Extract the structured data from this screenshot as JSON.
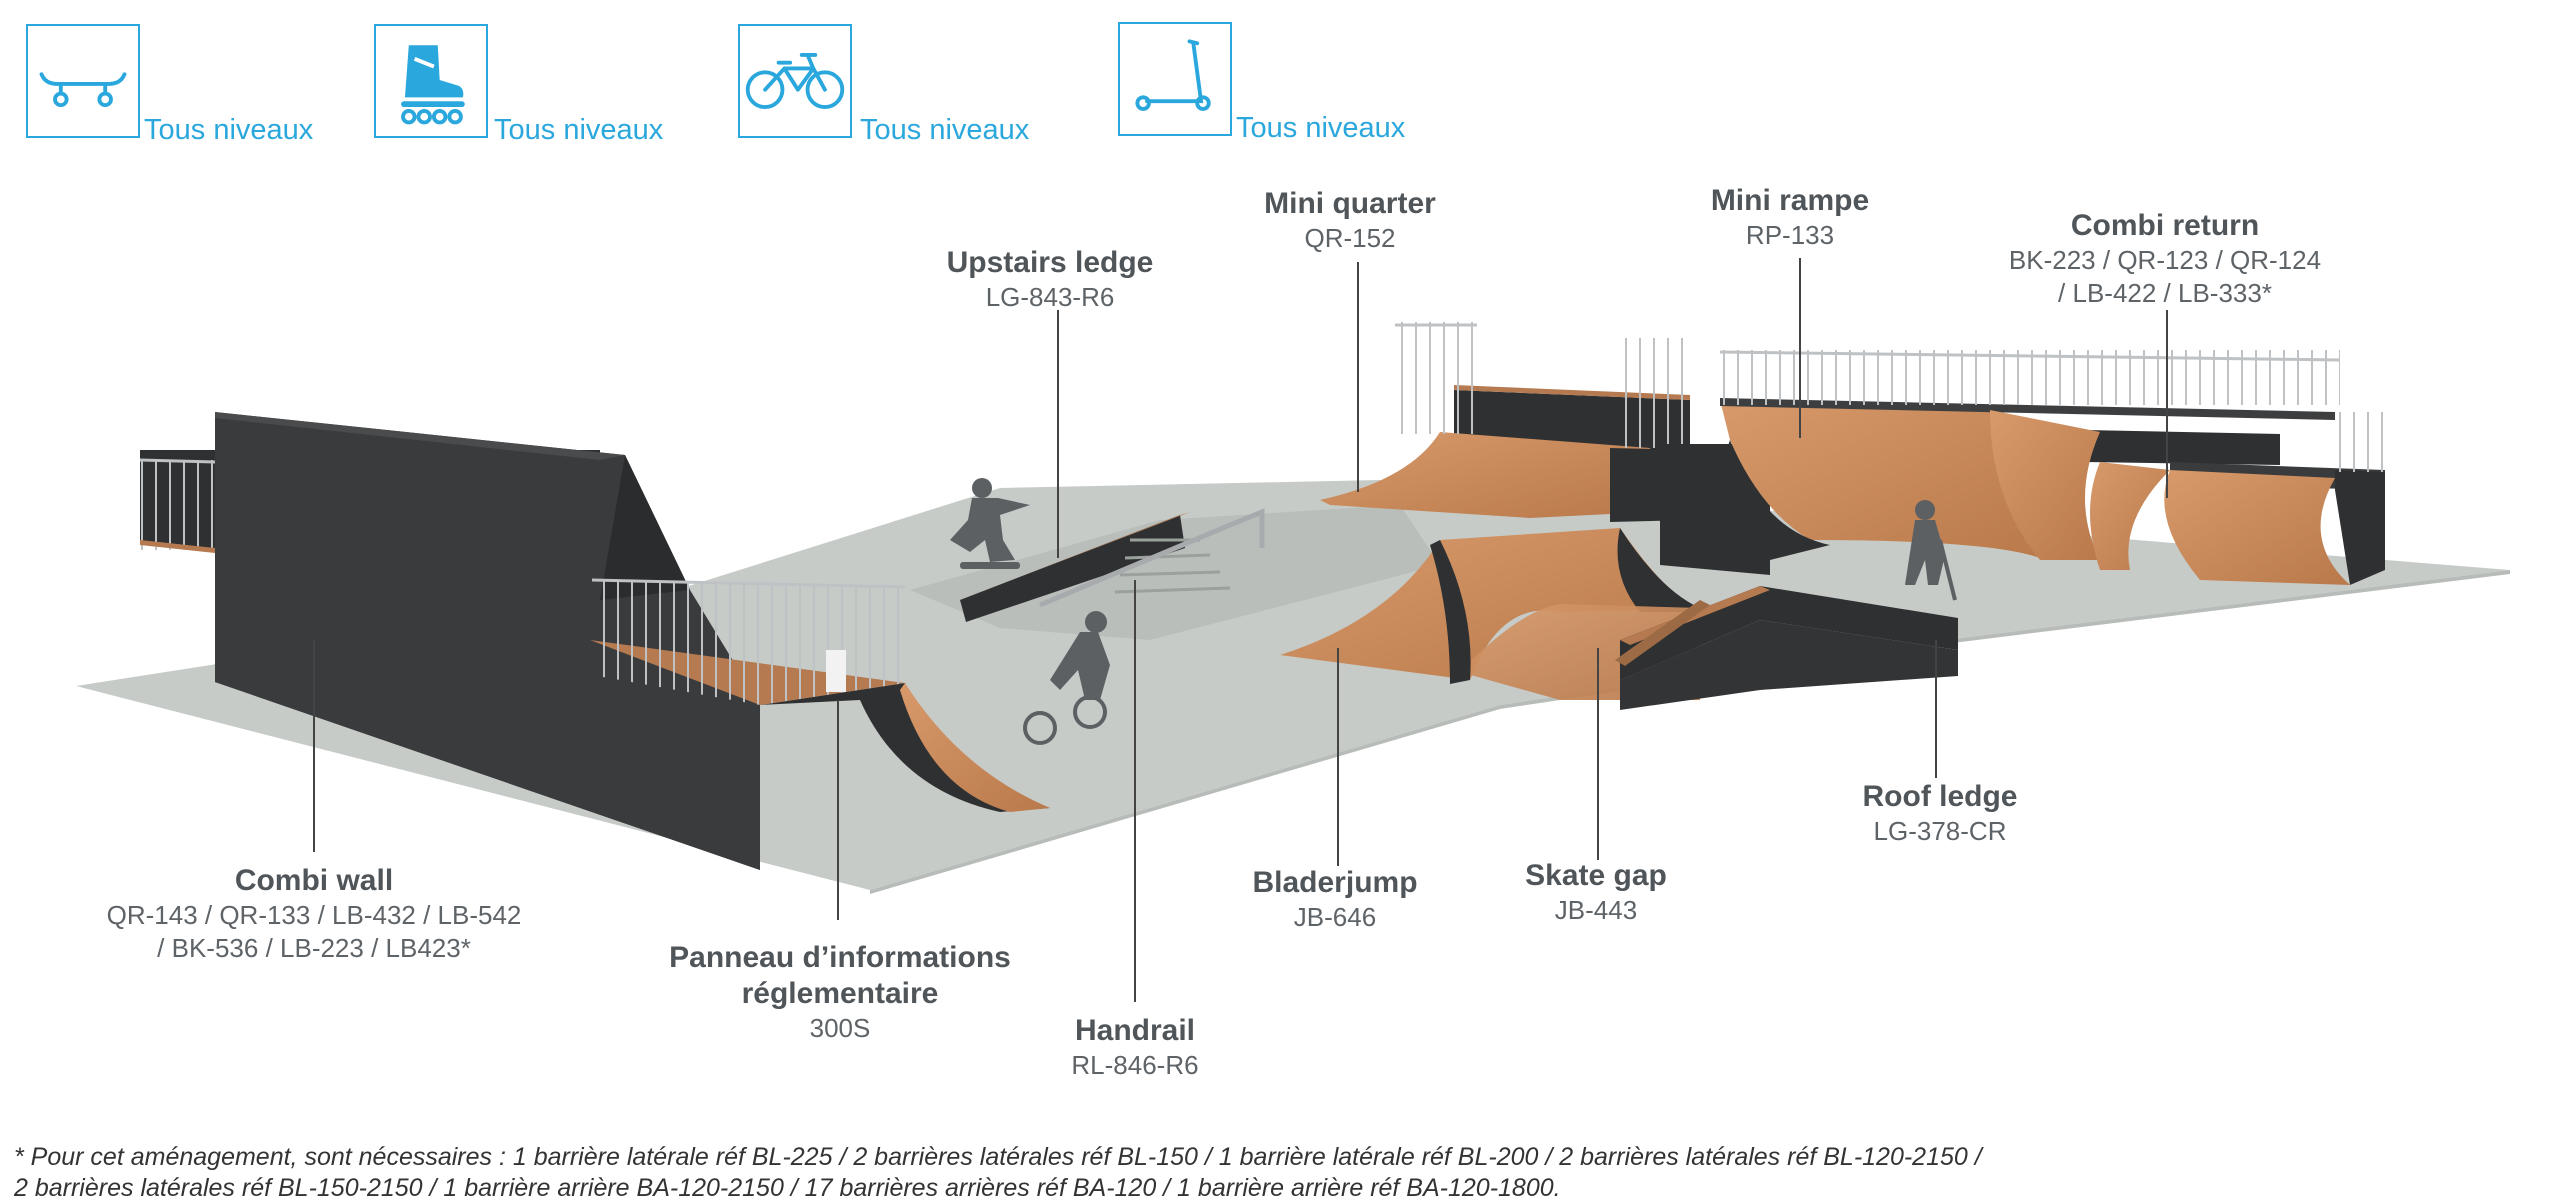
{
  "levels": [
    {
      "icon": "skateboard-icon",
      "label": "Tous niveaux"
    },
    {
      "icon": "roller-skate-icon",
      "label": "Tous niveaux"
    },
    {
      "icon": "bmx-bike-icon",
      "label": "Tous niveaux"
    },
    {
      "icon": "scooter-icon",
      "label": "Tous niveaux"
    }
  ],
  "callouts": {
    "combi_wall": {
      "name": "Combi wall",
      "ref1": "QR-143 / QR-133 / LB-432 / LB-542",
      "ref2": "/ BK-536 /  LB-223 / LB423*"
    },
    "panneau": {
      "name1": "Panneau d’informations",
      "name2": "réglementaire",
      "ref": "300S"
    },
    "handrail": {
      "name": "Handrail",
      "ref": "RL-846-R6"
    },
    "upstairs_ledge": {
      "name": "Upstairs ledge",
      "ref": "LG-843-R6"
    },
    "mini_quarter": {
      "name": "Mini quarter",
      "ref": "QR-152"
    },
    "mini_rampe": {
      "name": "Mini rampe",
      "ref": "RP-133"
    },
    "combi_return": {
      "name": "Combi return",
      "ref1": "BK-223 / QR-123 / QR-124",
      "ref2": "/ LB-422 / LB-333*"
    },
    "bladerjump": {
      "name": "Bladerjump",
      "ref": "JB-646"
    },
    "skate_gap": {
      "name": "Skate gap",
      "ref": "JB-443"
    },
    "roof_ledge": {
      "name": "Roof ledge",
      "ref": "LG-378-CR"
    }
  },
  "colors": {
    "accent": "#2aa7dc",
    "ground": "#c6cbc8",
    "module_dark": "#2f3032",
    "wood": "#c98a5c"
  },
  "footnote": {
    "line1": "* Pour cet aménagement, sont nécessaires : 1 barrière latérale réf BL-225 / 2 barrières latérales réf BL-150 / 1 barrière latérale réf BL-200 / 2 barrières latérales réf BL-120-2150 /",
    "line2": "2 barrières latérales réf BL-150-2150 / 1 barrière arrière BA-120-2150 / 17 barrières arrières réf BA-120 / 1 barrière arrière réf BA-120-1800."
  }
}
